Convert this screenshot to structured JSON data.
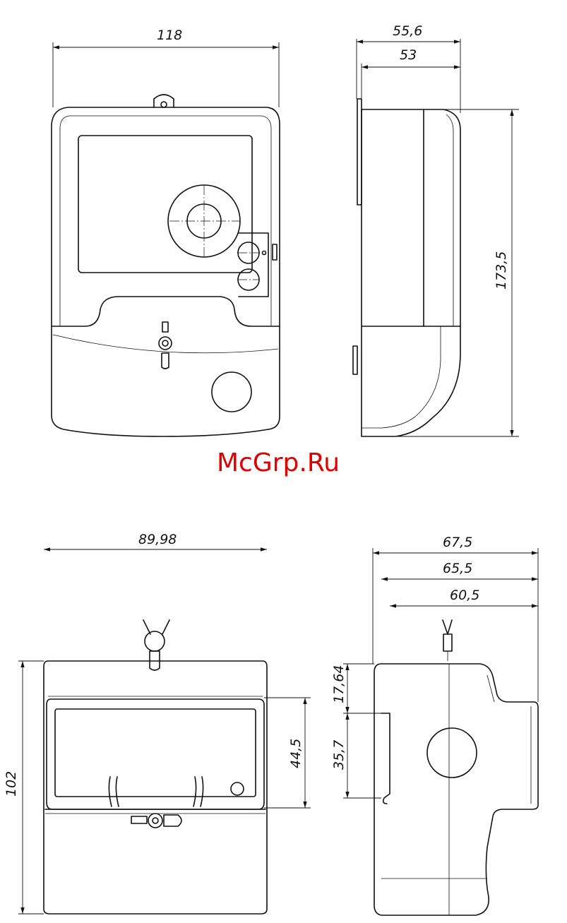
{
  "watermark": "McGrp.Ru",
  "dimensions": {
    "front_width": "118",
    "side_depth_total": "55,6",
    "side_depth_body": "53",
    "side_height": "173,5",
    "bottom_front_width": "89,98",
    "bottom_front_height": "102",
    "window_height": "44,5",
    "side2_total": "67,5",
    "side2_mid": "65,5",
    "side2_inner": "60,5",
    "side2_top_offset": "17,64",
    "side2_rail_offset": "35,7"
  },
  "colors": {
    "line": "#111111",
    "watermark": "#e00000",
    "background": "#ffffff"
  }
}
